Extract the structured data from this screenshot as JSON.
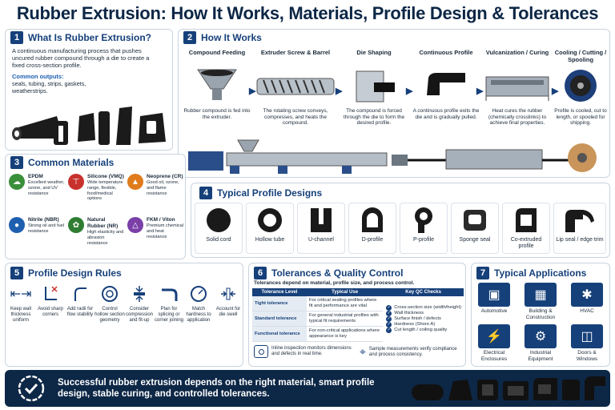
{
  "title": "Rubber Extrusion: How It Works, Materials, Profile Design & Tolerances",
  "s1": {
    "num": "1",
    "title": "What Is Rubber Extrusion?",
    "desc": "A continuous manufacturing process that pushes uncured rubber compound through a die to create a fixed cross-section profile.",
    "outputs_label": "Common outputs:",
    "outputs": "seals, tubing, strips, gaskets, weatherstrips."
  },
  "s2": {
    "num": "2",
    "title": "How It Works",
    "steps": [
      {
        "title": "Compound Feeding",
        "desc": "Rubber compound is fed into the extruder."
      },
      {
        "title": "Extruder Screw & Barrel",
        "desc": "The rotating screw conveys, compresses, and heats the compound."
      },
      {
        "title": "Die Shaping",
        "desc": "The compound is forced through the die to form the desired profile."
      },
      {
        "title": "Continuous Profile",
        "desc": "A continuous profile exits the die and is gradually pulled."
      },
      {
        "title": "Vulcanization / Curing",
        "desc": "Heat cures the rubber (chemically crosslinks) to achieve final properties."
      },
      {
        "title": "Cooling / Cutting / Spooling",
        "desc": "Profile is cooled, cut to length, or spooled for shipping."
      }
    ]
  },
  "s3": {
    "num": "3",
    "title": "Common Materials",
    "materials": [
      {
        "name": "EPDM",
        "desc": "Excellent weather, ozone, and UV resistance",
        "icon": "cloud-sun-icon",
        "color": "#3a8f3a"
      },
      {
        "name": "Silicone (VMQ)",
        "desc": "Wide temperature range, flexible, food/medical options",
        "icon": "thermometer-icon",
        "color": "#c8322d"
      },
      {
        "name": "Neoprene (CR)",
        "desc": "Good oil, ozone, and flame resistance",
        "icon": "flame-icon",
        "color": "#e07b1c"
      },
      {
        "name": "Nitrile (NBR)",
        "desc": "Strong oil and fuel resistance",
        "icon": "oil-drop-icon",
        "color": "#1f5fb0"
      },
      {
        "name": "Natural Rubber (NR)",
        "desc": "High elasticity and abrasion resistance",
        "icon": "leaf-icon",
        "color": "#2f7d32"
      },
      {
        "name": "FKM / Viton",
        "desc": "Premium chemical and heat resistance",
        "icon": "flask-icon",
        "color": "#7b3fa8"
      }
    ]
  },
  "s4": {
    "num": "4",
    "title": "Typical Profile Designs",
    "profiles": [
      "Solid cord",
      "Hollow tube",
      "U-channel",
      "D-profile",
      "P-profile",
      "Sponge seal",
      "Co-extruded profile",
      "Lip seal / edge trim"
    ]
  },
  "s5": {
    "num": "5",
    "title": "Profile Design Rules",
    "rules": [
      {
        "label": "Keep wall thickness uniform",
        "icon": "wall-thickness-icon"
      },
      {
        "label": "Avoid sharp corners",
        "icon": "sharp-corner-icon"
      },
      {
        "label": "Add radii for flow stability",
        "icon": "radius-icon"
      },
      {
        "label": "Control hollow section geometry",
        "icon": "hollow-section-icon"
      },
      {
        "label": "Consider compression and fit-up",
        "icon": "compression-icon"
      },
      {
        "label": "Plan for splicing or corner joining",
        "icon": "splice-icon"
      },
      {
        "label": "Match hardness to application",
        "icon": "gauge-icon"
      },
      {
        "label": "Account for die swell",
        "icon": "die-swell-icon"
      }
    ]
  },
  "s6": {
    "num": "6",
    "title": "Tolerances & Quality Control",
    "subtitle": "Tolerances depend on material, profile size, and process control.",
    "headers": [
      "Tolerance Level",
      "Typical Use",
      "Key QC Checks"
    ],
    "rows": [
      {
        "level": "Tight tolerance",
        "use": "For critical sealing profiles where fit and performance are vital"
      },
      {
        "level": "Standard tolerance",
        "use": "For general industrial profiles with typical fit requirements"
      },
      {
        "level": "Functional tolerance",
        "use": "For non-critical applications where appearance is key"
      }
    ],
    "checks": [
      "Cross-section size (width/height)",
      "Wall thickness",
      "Surface finish / defects",
      "Hardness (Shore A)",
      "Cut length / coiling quality"
    ],
    "notes": [
      {
        "text": "Inline inspection monitors dimensions and defects in real time.",
        "icon": "camera-icon"
      },
      {
        "text": "Sample measurements verify compliance and process consistency.",
        "icon": "caliper-icon"
      }
    ]
  },
  "s7": {
    "num": "7",
    "title": "Typical Applications",
    "apps": [
      {
        "label": "Automotive",
        "icon": "car-icon"
      },
      {
        "label": "Building & Construction",
        "icon": "building-icon"
      },
      {
        "label": "HVAC",
        "icon": "fan-icon"
      },
      {
        "label": "Electrical Enclosures",
        "icon": "electrical-icon"
      },
      {
        "label": "Industrial Equipment",
        "icon": "gears-icon"
      },
      {
        "label": "Doors & Windows",
        "icon": "door-icon"
      }
    ]
  },
  "banner": {
    "text": "Successful rubber extrusion depends on the right material, smart profile design, stable curing, and controlled tolerances.",
    "icon": "check-badge-icon"
  }
}
